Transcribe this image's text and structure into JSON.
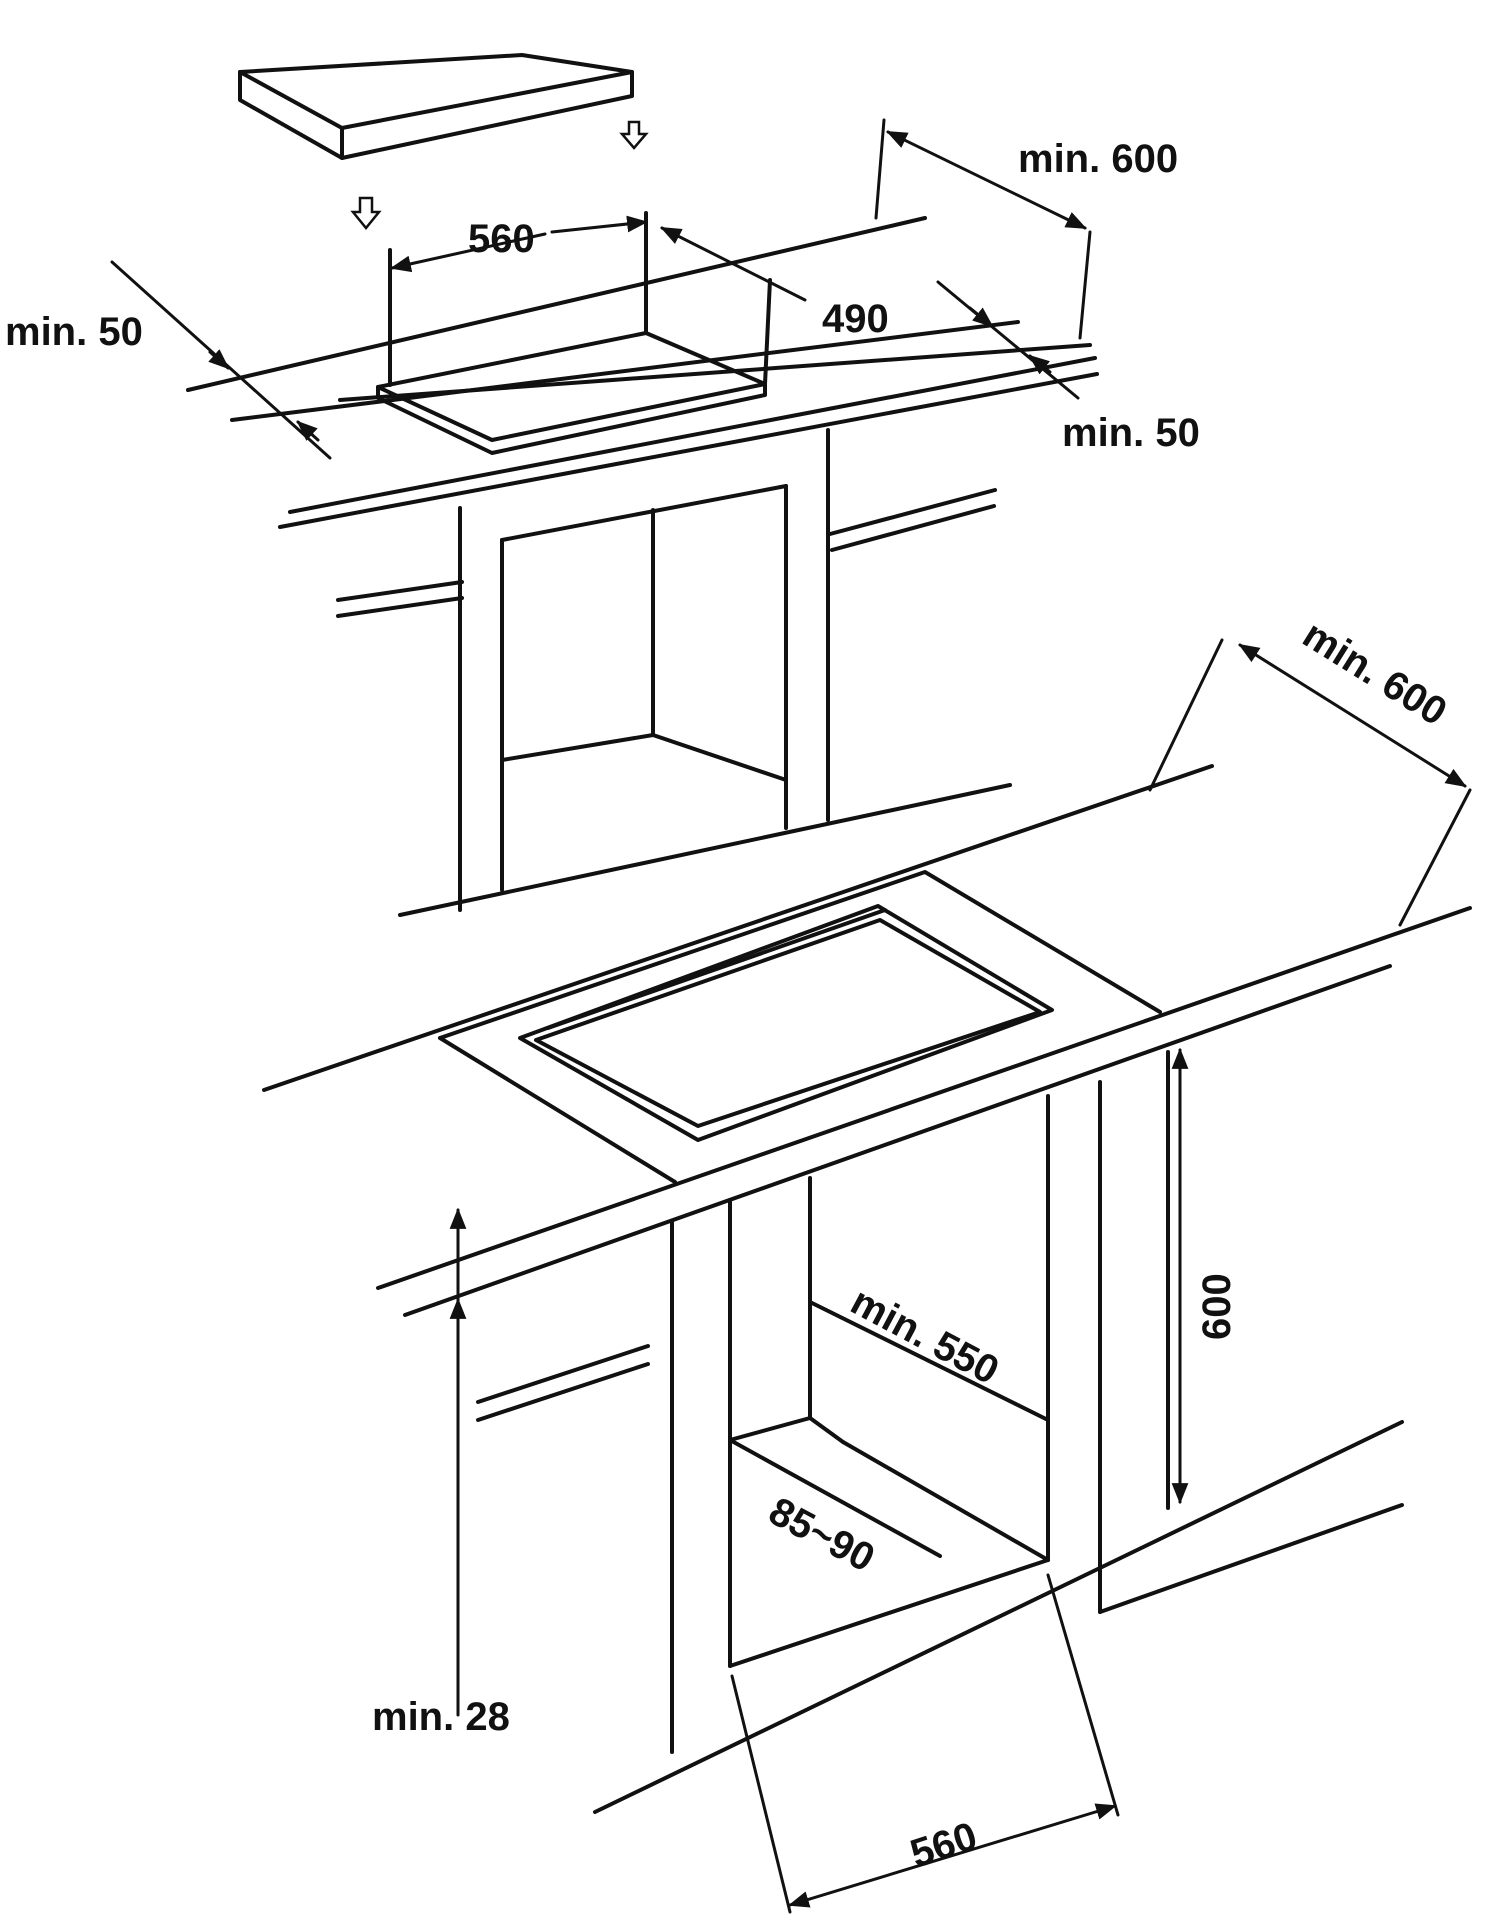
{
  "top_figure": {
    "labels": {
      "cutout_width": "560",
      "cutout_depth": "490",
      "rear_clearance": "min. 600",
      "left_edge": "min. 50",
      "front_edge": "min. 50"
    },
    "insert_arrow_icon": "down-arrow-icon"
  },
  "bottom_figure": {
    "labels": {
      "rear_clearance": "min. 600",
      "cabinet_height": "600",
      "cabinet_depth": "min. 550",
      "vent_gap": "85~90",
      "worktop_thickness": "min. 28",
      "cabinet_width": "560"
    }
  }
}
